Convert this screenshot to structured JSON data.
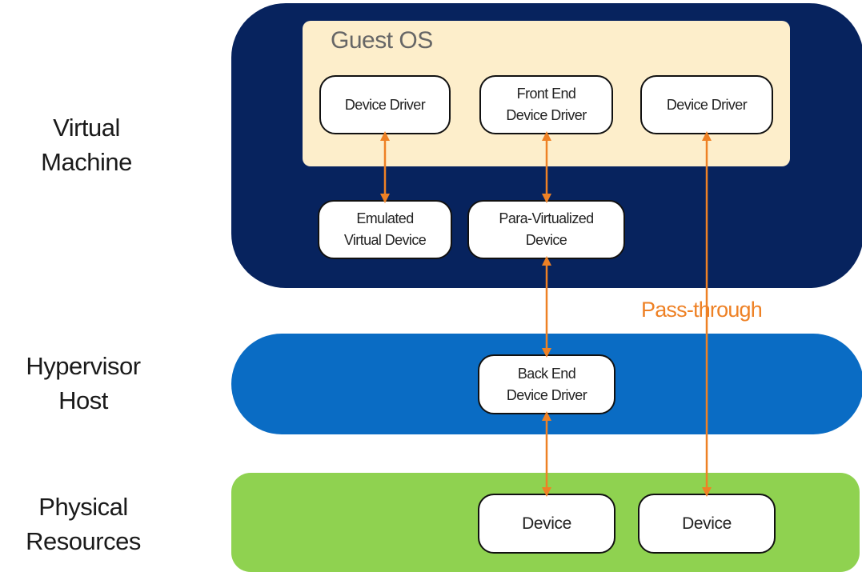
{
  "layers": {
    "virtual_machine": "Virtual\nMachine",
    "hypervisor_host": "Hypervisor\nHost",
    "physical_resources": "Physical\nResources"
  },
  "guest_os": {
    "title": "Guest OS",
    "device_driver_left": "Device Driver",
    "front_end_driver": "Front End\nDevice Driver",
    "device_driver_right": "Device Driver"
  },
  "vm_devices": {
    "emulated": "Emulated\nVirtual Device",
    "para_virtualized": "Para-Virtualized\nDevice"
  },
  "hypervisor": {
    "back_end_driver": "Back End\nDevice Driver"
  },
  "physical": {
    "device_left": "Device",
    "device_right": "Device"
  },
  "pass_through_label": "Pass-through",
  "colors": {
    "vm_band": "#07235e",
    "hypervisor_band": "#0a6cc4",
    "physical_band": "#8fd250",
    "guest_os_fill": "#fdeecb",
    "arrow": "#ee8125"
  }
}
